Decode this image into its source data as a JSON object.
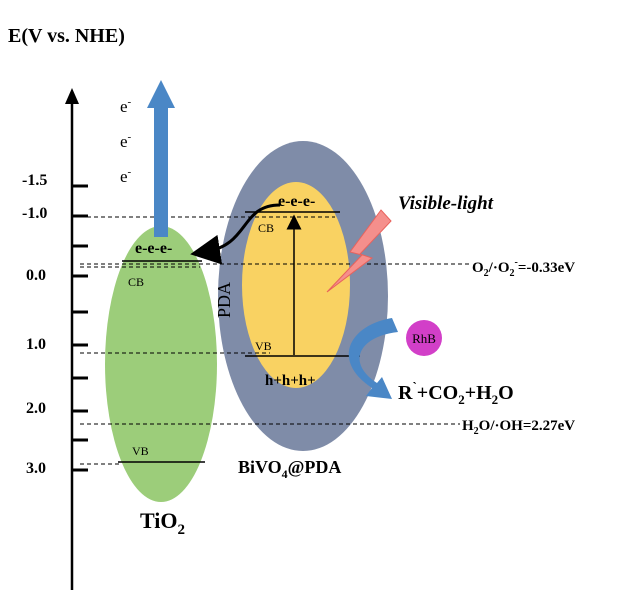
{
  "axis": {
    "title": "E(V vs. NHE)",
    "ticks": [
      {
        "label": "-1.5",
        "value": -1.5
      },
      {
        "label": "-1.0",
        "value": -1.0
      },
      {
        "label": "0.0",
        "value": 0.0
      },
      {
        "label": "1.0",
        "value": 1.0
      },
      {
        "label": "2.0",
        "value": 2.0
      },
      {
        "label": "3.0",
        "value": 3.0
      }
    ]
  },
  "electrons_escape": [
    "e-",
    "e-",
    "e-"
  ],
  "tio2": {
    "name_main": "TiO",
    "name_sub": "2",
    "cb": "CB",
    "vb": "VB",
    "electrons": "e-e-e-"
  },
  "bivo4": {
    "name_a": "BiVO",
    "name_sub": "4",
    "name_b": "@PDA",
    "shell": "PDA",
    "cb": "CB",
    "vb": "VB",
    "electrons": "e-e-e-",
    "holes": "h+h+h+"
  },
  "light": "Visible-light",
  "rhb": "RhB",
  "products": {
    "r": "R",
    "r_sup": "`",
    "co2": "+CO",
    "co2_sub": "2",
    "h2o": "+H",
    "h2o_sub": "2",
    "h2o_end": "O"
  },
  "potentials": {
    "o2": {
      "a": "O",
      "a_sub": "2",
      "b": "/·O",
      "b_sub": "2",
      "b_sup": "-",
      "c": "=-0.33eV"
    },
    "h2o": {
      "a": "H",
      "a_sub": "2",
      "b": "O/·OH=2.27eV"
    }
  },
  "colors": {
    "tio2_fill": "#9ccd7a",
    "pda_fill": "#7f8ca8",
    "bivo4_fill": "#f9d262",
    "arrow_blue": "#4a87c6",
    "lightning": "#f58f8c",
    "rhb_fill": "#d23fc8"
  }
}
